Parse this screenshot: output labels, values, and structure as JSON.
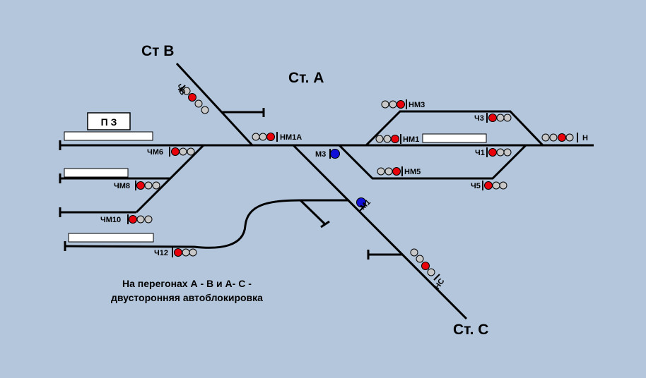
{
  "stations": {
    "station_b": "Ст В",
    "station_a": "Ст. А",
    "station_c": "Ст. С"
  },
  "building": {
    "label": "П З"
  },
  "signals": {
    "chv": "ЧВ",
    "nm1a": "НМ1А",
    "chm6": "ЧМ6",
    "chm8": "ЧМ8",
    "chm10": "ЧМ10",
    "ch12": "Ч12",
    "m3": "М3",
    "m1": "М1",
    "nm3": "НМ3",
    "nm1": "НМ1",
    "nm5": "НМ5",
    "ch3": "Ч3",
    "ch1": "Ч1",
    "ch5": "Ч5",
    "n": "Н",
    "ns": "НС"
  },
  "note": {
    "line1": "На перегонах А - В и А- С  -",
    "line2": "двусторонняя автоблокировка"
  },
  "colors": {
    "background": "#b3c6dc",
    "track": "#000000",
    "lamp_red": "#e8000a",
    "lamp_grey": "#c8c8c8",
    "lamp_blue": "#1010d8",
    "platform": "#ffffff"
  }
}
